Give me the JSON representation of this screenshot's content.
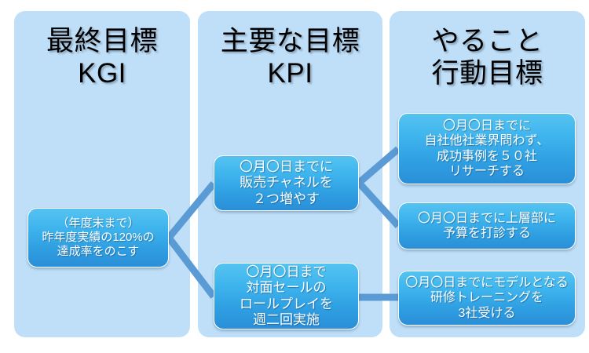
{
  "columns": [
    {
      "id": "kgi",
      "header": "最終目標\nKGI"
    },
    {
      "id": "kpi",
      "header": "主要な目標\nKPI"
    },
    {
      "id": "action",
      "header": "やること\n行動目標"
    }
  ],
  "nodes": {
    "kgi": "（年度末まで）\n昨年度実績の120%の\n達成率をのこす",
    "kpi_1": "〇月〇日までに\n販売チャネルを\n２つ増やす",
    "kpi_2": "〇月〇日まで\n対面セールの\nロールプレイを\n週二回実施",
    "action_1": "〇月〇日までに\n自社他社業界問わず、\n成功事例を５０社\nリサーチする",
    "action_2": "〇月〇日までに上層部に\n予算を打診する",
    "action_3": "〇月〇日までにモデルとなる\n研修トレーニングを\n3社受ける"
  },
  "colors": {
    "panel_background": "#bfdff8",
    "node_gradient_top": "#55c3f0",
    "node_gradient_bottom": "#2a8fd8",
    "connector": "#5b9bd5",
    "header_text": "#000000",
    "node_text": "#ffffff",
    "page_background": "#ffffff"
  },
  "connectors": [
    {
      "from": "kgi",
      "to": "kpi_1"
    },
    {
      "from": "kgi",
      "to": "kpi_2"
    },
    {
      "from": "kpi_1",
      "to": "action_1"
    },
    {
      "from": "kpi_1",
      "to": "action_2"
    },
    {
      "from": "kpi_2",
      "to": "action_3"
    }
  ]
}
